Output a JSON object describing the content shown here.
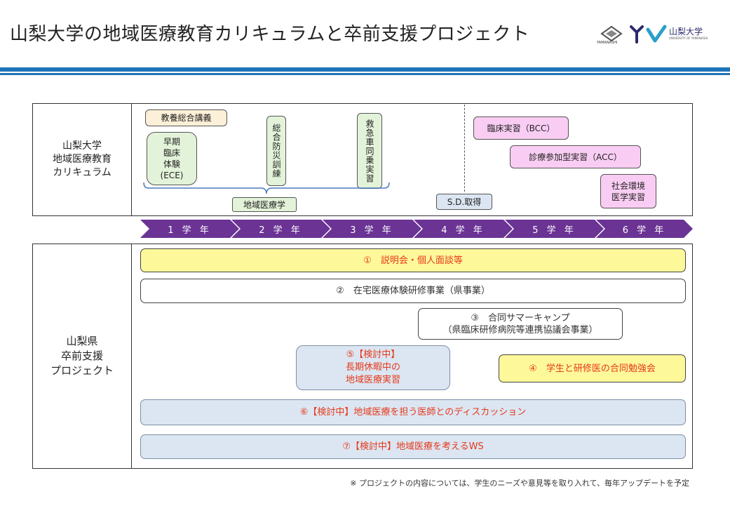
{
  "header": {
    "title": "山梨大学の地域医療教育カリキュラムと卒前支援プロジェクト"
  },
  "logos": [
    {
      "name": "yamanashi-prefecture-logo",
      "caption": "YAMANASHI"
    },
    {
      "name": "university-of-yamanashi-logo",
      "text": "山梨大学",
      "caption": "UNIVERSITY OF YAMANASHI"
    }
  ],
  "curriculum": {
    "label": "山梨大学\n地域医療教育\nカリキュラム",
    "items": {
      "general_lecture": "教養総合講義",
      "ece": "早期\n臨床\n体験\n(ECE)",
      "disaster_training": "総合防災訓練",
      "ambulance_ride": "救急車同乗実習",
      "community_medicine": "地域医療学",
      "sd": "S.D.取得",
      "bcc": "臨床実習（BCC）",
      "acc": "診療参加型実習（ACC）",
      "social_env": "社会環境\n医学実習"
    }
  },
  "years": [
    "1 学 年",
    "2 学 年",
    "3 学 年",
    "4 学 年",
    "5 学 年",
    "6 学 年"
  ],
  "projects": {
    "label": "山梨県\n卒前支援\nプロジェクト",
    "p1": "①　説明会・個人面談等",
    "p2": "②　在宅医療体験研修事業（県事業）",
    "p3": "③　合同サマーキャンプ\n（県臨床研修病院等連携協議会事業）",
    "p4": "④　学生と研修医の合同勉強会",
    "p5": "⑤【検討中】\n長期休暇中の\n地域医療実習",
    "p6": "⑥【検討中】地域医療を担う医師とのディスカッション",
    "p7": "⑦【検討中】地域医療を考えるWS"
  },
  "footnote": "※ プロジェクトの内容については、学生のニーズや意見等を取り入れて、毎年アップデートを予定",
  "colors": {
    "band": "#1f73b7",
    "year_arrow": "#6a3394",
    "proposal_text": "#e8381a"
  }
}
